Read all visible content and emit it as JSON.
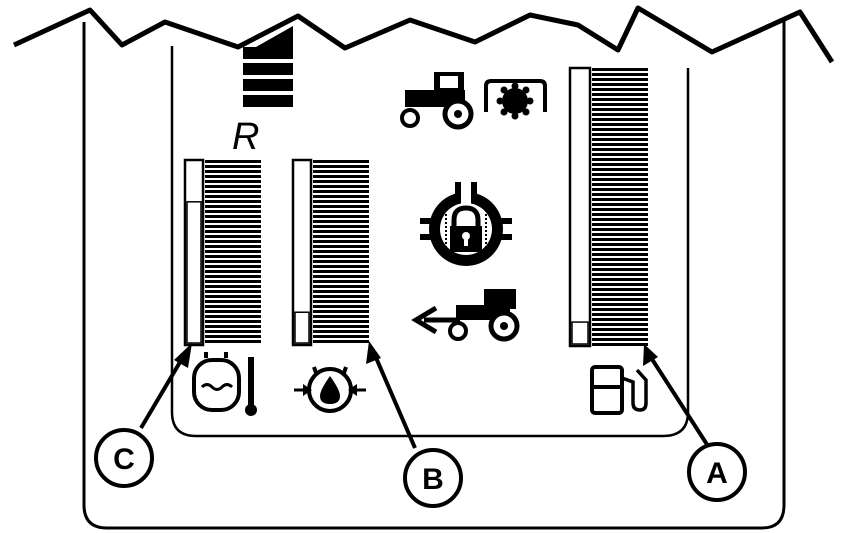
{
  "gear_indicator": "R",
  "callouts": [
    {
      "key": "A",
      "label": "A"
    },
    {
      "key": "B",
      "label": "B"
    },
    {
      "key": "C",
      "label": "C"
    }
  ],
  "gauges": {
    "coolant_temperature": {
      "icon": "engine-coolant-thermometer-icon",
      "level": 0.78
    },
    "engine_oil_pressure": {
      "icon": "oil-pressure-icon",
      "level": 0.17
    },
    "fuel_level": {
      "icon": "fuel-pump-icon",
      "level": 0.08
    }
  },
  "indicator_icons": [
    "tractor-pto-icon",
    "differential-lock-icon",
    "tractor-reverse-arrow-icon"
  ],
  "colors": {
    "ink": "#000000",
    "paper": "#ffffff"
  }
}
